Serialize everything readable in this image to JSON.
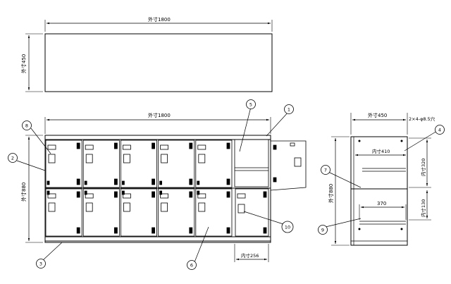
{
  "top_view": {
    "width_dim": "外寸1800",
    "depth_dim": "外寸450"
  },
  "front_view": {
    "width_dim": "外寸1800",
    "height_dim": "外寸880",
    "door_width_dim": "内寸256"
  },
  "side_view": {
    "depth_dim": "外寸450",
    "hole_note": "2×4-φ8.5穴",
    "inner_depth_dim": "内寸410",
    "upper_inner_height_dim": "内寸320",
    "lower_inner_height_dim": "内寸130",
    "shelf_dim": "370"
  },
  "callouts": [
    "1",
    "2",
    "3",
    "4",
    "5",
    "6",
    "7",
    "8",
    "9",
    "10"
  ]
}
